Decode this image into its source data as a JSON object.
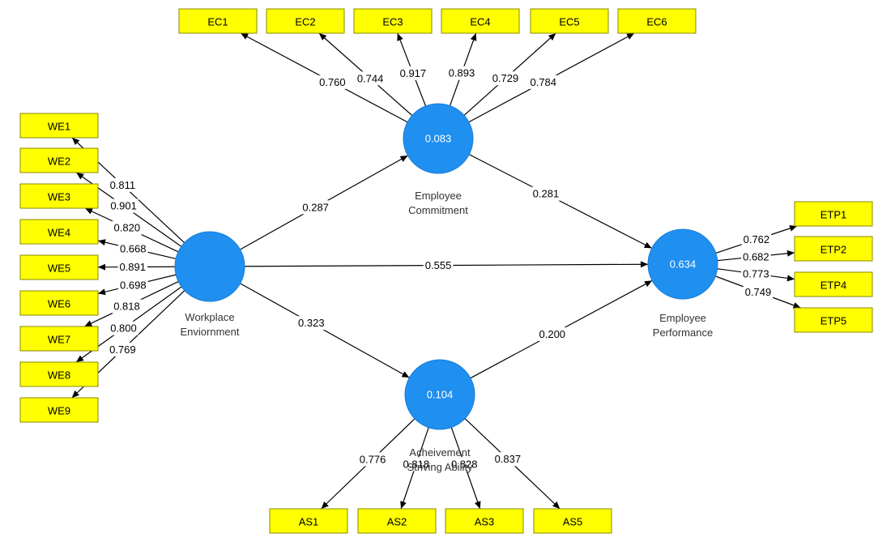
{
  "latent_variables": [
    {
      "id": "WE",
      "name_lines": [
        "Workplace",
        "Enviornment"
      ],
      "value": ""
    },
    {
      "id": "EC",
      "name_lines": [
        "Employee",
        "Commitment"
      ],
      "value": "0.083"
    },
    {
      "id": "AS",
      "name_lines": [
        "Acheivement",
        "Striving Ability"
      ],
      "value": "0.104"
    },
    {
      "id": "EP",
      "name_lines": [
        "Employee",
        "Performance"
      ],
      "value": "0.634"
    }
  ],
  "indicators": {
    "EC": [
      {
        "label": "EC1",
        "loading": "0.760"
      },
      {
        "label": "EC2",
        "loading": "0.744"
      },
      {
        "label": "EC3",
        "loading": "0.917"
      },
      {
        "label": "EC4",
        "loading": "0.893"
      },
      {
        "label": "EC5",
        "loading": "0.729"
      },
      {
        "label": "EC6",
        "loading": "0.784"
      }
    ],
    "WE": [
      {
        "label": "WE1",
        "loading": "0.811"
      },
      {
        "label": "WE2",
        "loading": "0.901"
      },
      {
        "label": "WE3",
        "loading": "0.820"
      },
      {
        "label": "WE4",
        "loading": "0.668"
      },
      {
        "label": "WE5",
        "loading": "0.891"
      },
      {
        "label": "WE6",
        "loading": "0.698"
      },
      {
        "label": "WE7",
        "loading": "0.818"
      },
      {
        "label": "WE8",
        "loading": "0.800"
      },
      {
        "label": "WE9",
        "loading": "0.769"
      }
    ],
    "EP": [
      {
        "label": "ETP1",
        "loading": "0.762"
      },
      {
        "label": "ETP2",
        "loading": "0.682"
      },
      {
        "label": "ETP4",
        "loading": "0.773"
      },
      {
        "label": "ETP5",
        "loading": "0.749"
      }
    ],
    "AS": [
      {
        "label": "AS1",
        "loading": "0.776"
      },
      {
        "label": "AS2",
        "loading": "0.818"
      },
      {
        "label": "AS3",
        "loading": "0.828"
      },
      {
        "label": "AS5",
        "loading": "0.837"
      }
    ]
  },
  "paths": [
    {
      "from": "WE",
      "to": "EC",
      "coef": "0.287"
    },
    {
      "from": "WE",
      "to": "EP",
      "coef": "0.555"
    },
    {
      "from": "WE",
      "to": "AS",
      "coef": "0.323"
    },
    {
      "from": "EC",
      "to": "EP",
      "coef": "0.281"
    },
    {
      "from": "AS",
      "to": "EP",
      "coef": "0.200"
    }
  ],
  "colors": {
    "indicator_fill": "#ffff00",
    "latent_fill": "#1f8ff0",
    "line": "#000000"
  }
}
